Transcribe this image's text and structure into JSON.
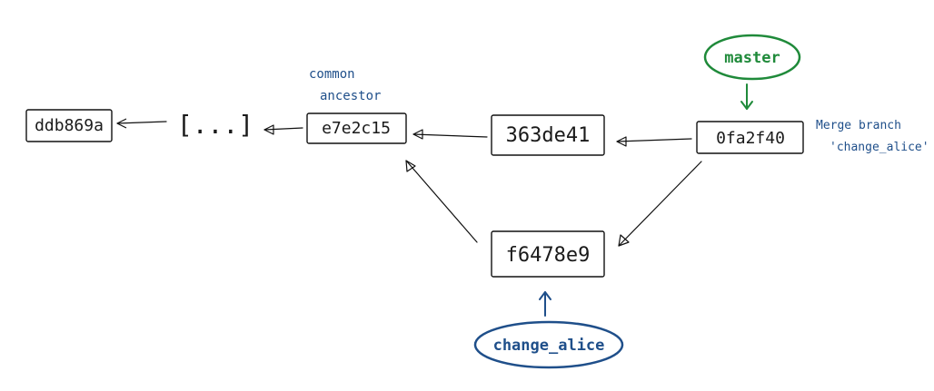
{
  "commits": {
    "ddb869a": "ddb869a",
    "ellipsis": "[...]",
    "e7e2c15": "e7e2c15",
    "c363de41": "363de41",
    "f6478e9": "f6478e9",
    "c0fa2f40": "0fa2f40"
  },
  "annotations": {
    "common_ancestor_line1": "common",
    "common_ancestor_line2": "ancestor",
    "merge_line1": "Merge branch",
    "merge_line2": "'change_alice'"
  },
  "branches": {
    "master": {
      "label": "master",
      "color": "#1f8a3a"
    },
    "change_alice": {
      "label": "change_alice",
      "color": "#1f4f8a"
    }
  },
  "colors": {
    "ink": "#111111",
    "annotation": "#1f4f8a"
  }
}
